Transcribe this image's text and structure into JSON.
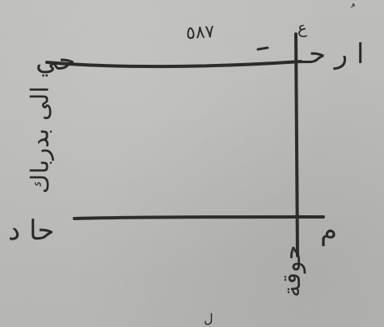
{
  "document": {
    "top_note": "٥٨٧",
    "top_right_label": "ا ر حـ",
    "top_left_label": "حي",
    "left_vertical_label": "الى بدرباك",
    "bottom_left_label": "حا د",
    "bottom_right_label": "م",
    "bottom_vertical_label": "حوقة",
    "top_corner_mark": "ُ",
    "top_mid_mark": "ع",
    "bottom_mark": "ل"
  }
}
